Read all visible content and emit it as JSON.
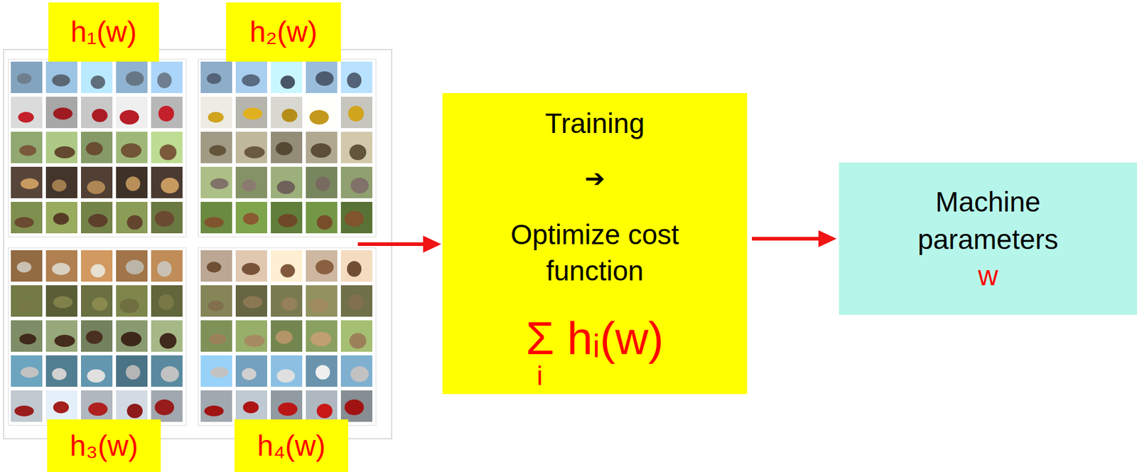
{
  "diagram": {
    "nodes": [
      {
        "text": [
          "h₁(w)"
        ]
      },
      {
        "text": [
          "h₂(w)"
        ]
      },
      {
        "text": [
          "h₃(w)"
        ]
      },
      {
        "text": [
          "h₄(w)"
        ]
      },
      {
        "text": [
          "Training",
          "➔",
          "Optimize cost function",
          "Σ hᵢ(w)",
          "i"
        ]
      },
      {
        "text": [
          "Machine parameters",
          "w"
        ]
      }
    ],
    "edges": [
      {
        "from": 4,
        "to": 5,
        "arrow": "to"
      }
    ]
  }
}
